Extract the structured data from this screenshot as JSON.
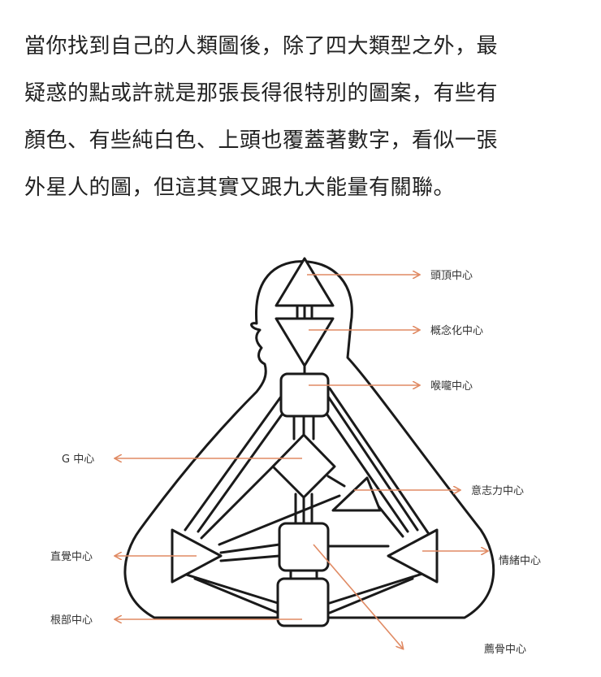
{
  "article": {
    "lines": [
      "當你找到自己的人類圖後，除了四大類型之外，最",
      "疑惑的點或許就是那張長得很特別的圖案，有些有",
      "顏色、有些純白色、上頭也覆蓋著數字，看似一張",
      "外星人的圖，但這其實又跟九大能量有關聯。"
    ]
  },
  "diagram": {
    "labels": {
      "head": "頭頂中心",
      "ajna": "概念化中心",
      "throat": "喉嚨中心",
      "g": "G 中心",
      "will": "意志力中心",
      "spleen": "直覺中心",
      "emotion": "情緒中心",
      "root": "根部中心",
      "sacral": "薦骨中心"
    },
    "colors": {
      "line": "#1a1a1a",
      "arrow": "#e08a63",
      "text": "#222222"
    }
  }
}
